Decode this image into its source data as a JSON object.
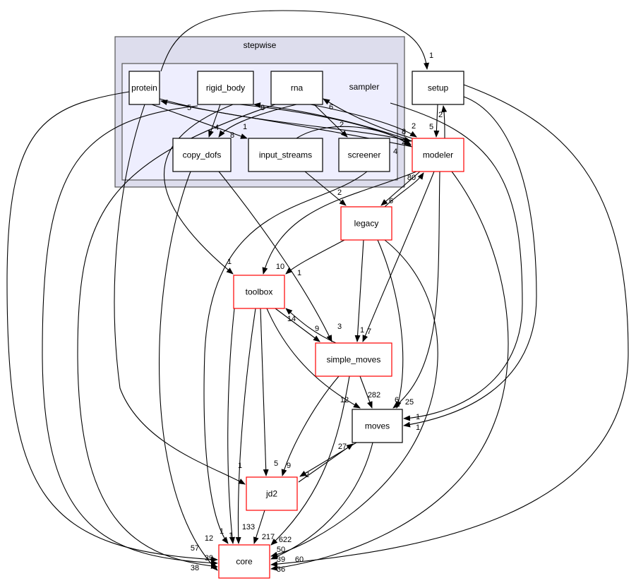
{
  "clusters": [
    {
      "id": "stepwise",
      "label": "stepwise",
      "fill": "#dddded",
      "stroke": "#555555"
    },
    {
      "id": "sampler",
      "label": "sampler",
      "fill": "#eeeefe",
      "stroke": "#555555"
    }
  ],
  "nodes": [
    {
      "id": "protein",
      "label": "protein",
      "border": "#000000"
    },
    {
      "id": "rigid_body",
      "label": "rigid_body",
      "border": "#000000"
    },
    {
      "id": "rna",
      "label": "rna",
      "border": "#000000"
    },
    {
      "id": "copy_dofs",
      "label": "copy_dofs",
      "border": "#000000"
    },
    {
      "id": "input_streams",
      "label": "input_streams",
      "border": "#000000"
    },
    {
      "id": "screener",
      "label": "screener",
      "border": "#000000"
    },
    {
      "id": "setup",
      "label": "setup",
      "border": "#000000"
    },
    {
      "id": "modeler",
      "label": "modeler",
      "border": "#ff0000"
    },
    {
      "id": "legacy",
      "label": "legacy",
      "border": "#ff0000"
    },
    {
      "id": "toolbox",
      "label": "toolbox",
      "border": "#ff0000"
    },
    {
      "id": "simple_moves",
      "label": "simple_moves",
      "border": "#ff0000"
    },
    {
      "id": "moves",
      "label": "moves",
      "border": "#000000"
    },
    {
      "id": "jd2",
      "label": "jd2",
      "border": "#ff0000"
    },
    {
      "id": "core",
      "label": "core",
      "border": "#ff0000"
    }
  ],
  "edges": [
    {
      "from": "protein",
      "to": "setup",
      "label": "1"
    },
    {
      "from": "protein",
      "to": "core",
      "label": "12"
    },
    {
      "from": "protein",
      "to": "jd2",
      "label": "1"
    },
    {
      "from": "protein",
      "to": "input_streams",
      "label": "1"
    },
    {
      "from": "protein",
      "to": "modeler",
      "label": "8"
    },
    {
      "from": "modeler",
      "to": "protein",
      "label": "5"
    },
    {
      "from": "rigid_body",
      "to": "copy_dofs",
      "label": "4"
    },
    {
      "from": "rigid_body",
      "to": "toolbox",
      "label": "1"
    },
    {
      "from": "rigid_body",
      "to": "core",
      "label": "57"
    },
    {
      "from": "rigid_body",
      "to": "modeler",
      "label": "2"
    },
    {
      "from": "modeler",
      "to": "rigid_body",
      "label": "8"
    },
    {
      "from": "rna",
      "to": "copy_dofs",
      "label": "8"
    },
    {
      "from": "rna",
      "to": "screener",
      "label": "2"
    },
    {
      "from": "rna",
      "to": "modeler",
      "label": "2"
    },
    {
      "from": "modeler",
      "to": "rna",
      "label": "6"
    },
    {
      "from": "rna",
      "to": "core",
      "label": "39"
    },
    {
      "from": "input_streams",
      "to": "modeler",
      "label": "4"
    },
    {
      "from": "input_streams",
      "to": "legacy",
      "label": "2"
    },
    {
      "from": "copy_dofs",
      "to": "core",
      "label": "38"
    },
    {
      "from": "copy_dofs",
      "to": "simple_moves",
      "label": "3"
    },
    {
      "from": "screener",
      "to": "core",
      "label": "1"
    },
    {
      "from": "sampler",
      "to": "moves",
      "label": "1"
    },
    {
      "from": "setup",
      "to": "modeler",
      "label": "5"
    },
    {
      "from": "modeler",
      "to": "setup",
      "label": "2"
    },
    {
      "from": "setup",
      "to": "moves",
      "label": "1"
    },
    {
      "from": "setup",
      "to": "core",
      "label": "60"
    },
    {
      "from": "modeler",
      "to": "legacy",
      "label": "6"
    },
    {
      "from": "legacy",
      "to": "modeler",
      "label": "80"
    },
    {
      "from": "modeler",
      "to": "toolbox",
      "label": "10"
    },
    {
      "from": "modeler",
      "to": "simple_moves",
      "label": "7"
    },
    {
      "from": "modeler",
      "to": "moves",
      "label": "25"
    },
    {
      "from": "modeler",
      "to": "core",
      "label": "36"
    },
    {
      "from": "legacy",
      "to": "toolbox",
      "label": "1"
    },
    {
      "from": "legacy",
      "to": "simple_moves",
      "label": "1"
    },
    {
      "from": "legacy",
      "to": "moves",
      "label": "6"
    },
    {
      "from": "legacy",
      "to": "core",
      "label": "50"
    },
    {
      "from": "toolbox",
      "to": "simple_moves",
      "label": "9"
    },
    {
      "from": "simple_moves",
      "to": "toolbox",
      "label": "14"
    },
    {
      "from": "toolbox",
      "to": "moves",
      "label": "12"
    },
    {
      "from": "toolbox",
      "to": "jd2",
      "label": "5"
    },
    {
      "from": "toolbox",
      "to": "core",
      "label": "133"
    },
    {
      "from": "simple_moves",
      "to": "jd2",
      "label": "9"
    },
    {
      "from": "simple_moves",
      "to": "moves",
      "label": "282"
    },
    {
      "from": "simple_moves",
      "to": "core",
      "label": "622"
    },
    {
      "from": "moves",
      "to": "jd2",
      "label": "2"
    },
    {
      "from": "jd2",
      "to": "moves",
      "label": "27"
    },
    {
      "from": "moves",
      "to": "core",
      "label": "39"
    },
    {
      "from": "jd2",
      "to": "core",
      "label": "217"
    },
    {
      "from": "toolbox",
      "to": "core",
      "label": "1"
    }
  ]
}
